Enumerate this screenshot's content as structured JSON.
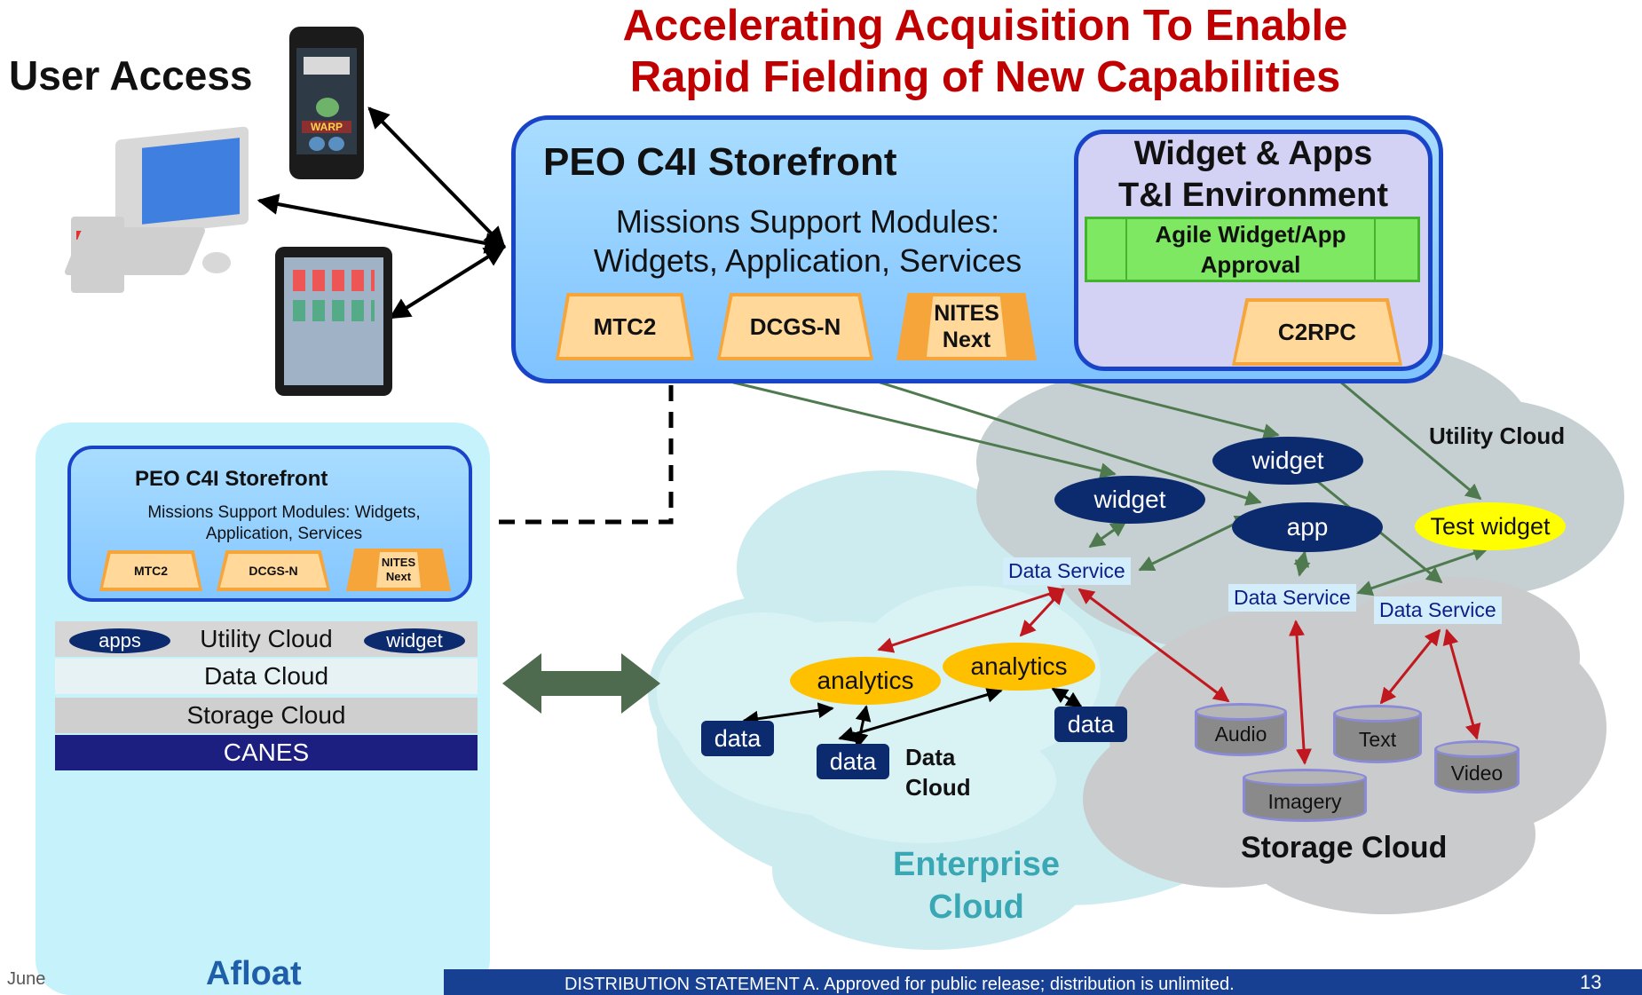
{
  "title": {
    "line1": "Accelerating Acquisition To Enable",
    "line2": "Rapid Fielding of New Capabilities"
  },
  "user_access": "User Access",
  "phone_screen": {
    "logo_text": "WARP"
  },
  "storefront": {
    "title": "PEO C4I Storefront",
    "subtitle_line1": "Missions Support Modules:",
    "subtitle_line2": "Widgets, Application, Services",
    "modules": [
      "MTC2",
      "DCGS-N",
      "NITES Next"
    ]
  },
  "widget_env": {
    "title_line1": "Widget  & Apps",
    "title_line2": "T&I Environment",
    "agile_line1": "Agile Widget/App",
    "agile_line2": "Approval",
    "module": "C2RPC"
  },
  "afloat": {
    "store_title": "PEO C4I Storefront",
    "store_sub_line1": "Missions Support Modules: Widgets,",
    "store_sub_line2": "Application, Services",
    "modules": [
      "MTC2",
      "DCGS-N",
      "NITES Next"
    ],
    "layers": {
      "utility": "Utility Cloud",
      "apps": "apps",
      "widget": "widget",
      "data": "Data Cloud",
      "storage": "Storage Cloud",
      "canes": "CANES"
    },
    "label": "Afloat"
  },
  "utility_cloud": {
    "label": "Utility Cloud",
    "widget1": "widget",
    "widget2": "widget",
    "app": "app",
    "test_widget": "Test widget",
    "data_service": [
      "Data Service",
      "Data Service",
      "Data Service"
    ]
  },
  "data_cloud": {
    "label_line1": "Data",
    "label_line2": "Cloud",
    "analytics": [
      "analytics",
      "analytics"
    ],
    "data": [
      "data",
      "data",
      "data"
    ]
  },
  "storage_cloud": {
    "label": "Storage Cloud",
    "items": [
      "Audio",
      "Text",
      "Imagery",
      "Video"
    ]
  },
  "enterprise_cloud": {
    "line1": "Enterprise",
    "line2": "Cloud"
  },
  "footer": {
    "date": "June",
    "statement": "DISTRIBUTION STATEMENT A. Approved for public release; distribution is unlimited.",
    "page": "13"
  },
  "colors": {
    "title_red": "#c00000",
    "border_blue": "#1a44c8",
    "navy": "#0c2a6e",
    "orange": "#ffc000",
    "arrow_green": "#4f7a4f",
    "arrow_red": "#c0181e"
  }
}
